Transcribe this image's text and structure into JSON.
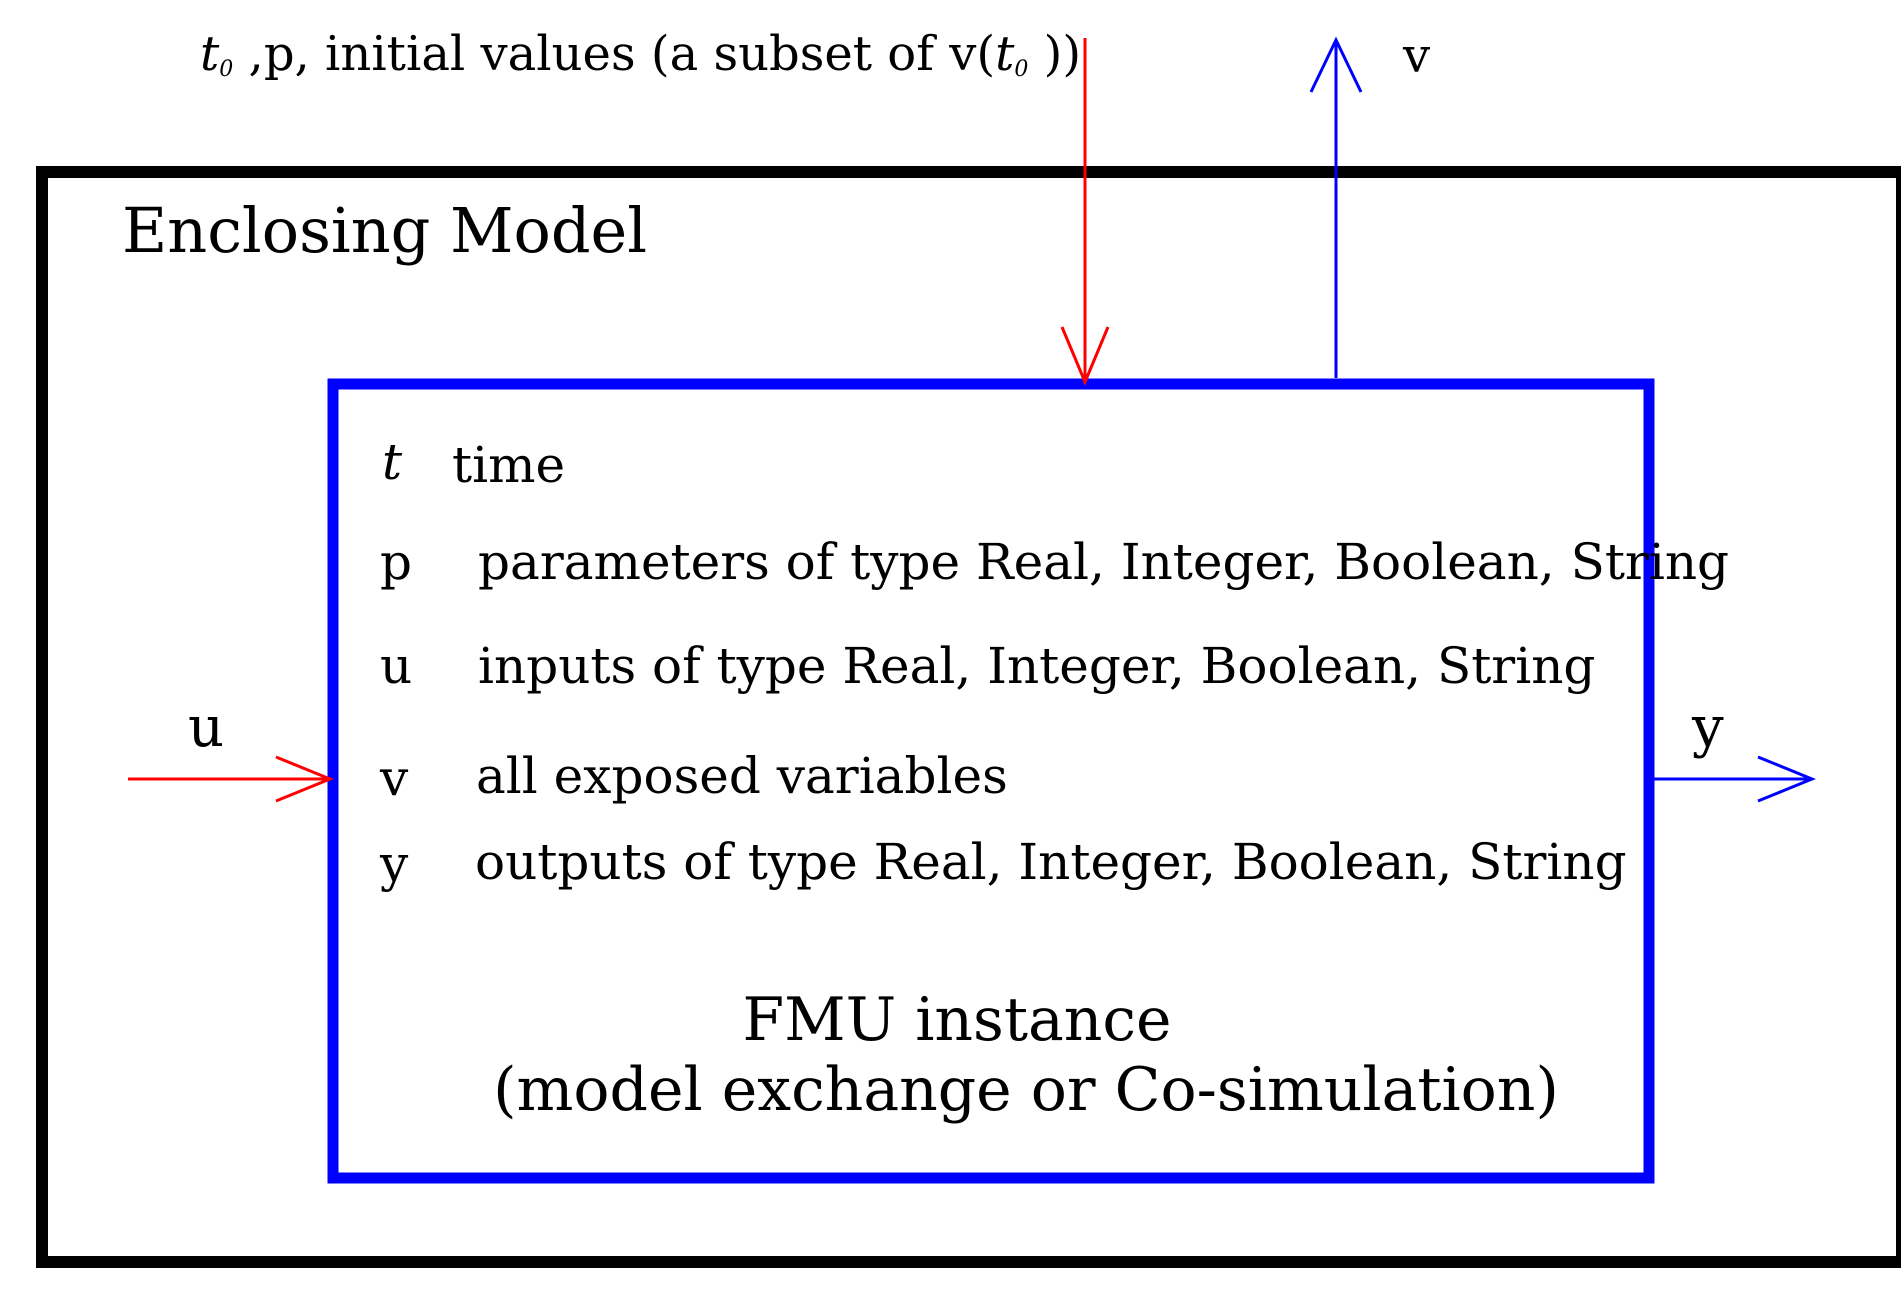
{
  "diagram": {
    "top_input": {
      "t0": "t",
      "t0_sub": "0",
      "middle": " ,p, initial values (a subset of v(",
      "t0_b": "t",
      "t0_b_sub": "0",
      "end": " ))"
    },
    "top_output_label": "v",
    "enclosing_model_title": "Enclosing Model",
    "fmu_variables": [
      {
        "symbol": "t",
        "description": "time"
      },
      {
        "symbol": "p",
        "description": "parameters of type Real, Integer, Boolean, String"
      },
      {
        "symbol": "u",
        "description": "inputs of type Real, Integer, Boolean, String"
      },
      {
        "symbol": "v",
        "description": "all exposed variables"
      },
      {
        "symbol": "y",
        "description": "outputs of type Real, Integer, Boolean, String"
      }
    ],
    "input_port_label": "u",
    "output_port_label": "y",
    "fmu_title_line1": "FMU  instance",
    "fmu_title_line2": "(model exchange or Co-simulation)"
  },
  "colors": {
    "input_arrows": "#ff0000",
    "output_arrows": "#0000ff",
    "fmu_box": "#0000ff",
    "enclosing_box": "#000000"
  }
}
